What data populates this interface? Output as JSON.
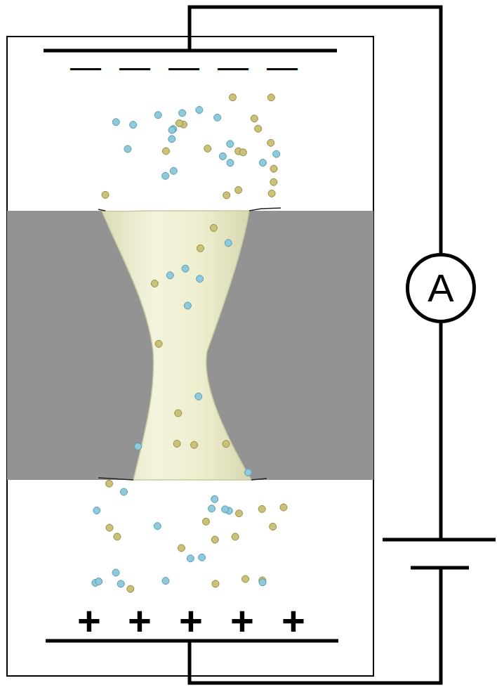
{
  "diagram": {
    "nodes": [
      {
        "text": [
          "A"
        ]
      }
    ],
    "labels": [
      "—",
      "—",
      "—",
      "—",
      "—",
      "+",
      "+",
      "+",
      "+",
      "+"
    ]
  }
}
